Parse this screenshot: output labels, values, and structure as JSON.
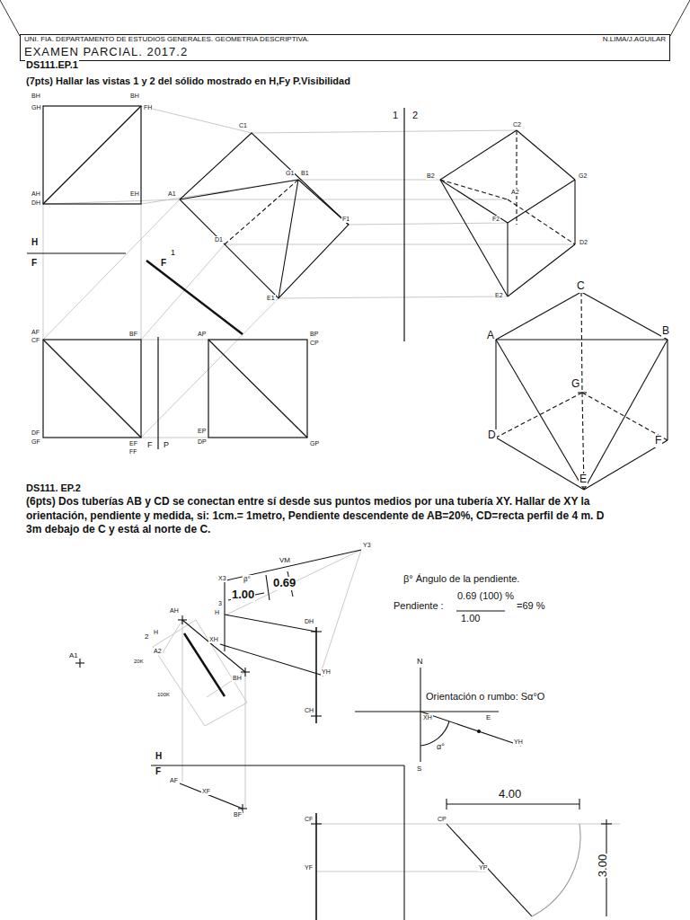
{
  "diagram": {
    "nodes": [
      {
        "text": [
          "UNI. FIA. DEPARTAMENTO DE ESTUDIOS GENERALES. GEOMETRIA DESCRIPTIVA.",
          "N.LIMA/J.AGUILAR",
          "EXAMEN PARCIAL. 2017.2"
        ]
      }
    ],
    "labels": [
      "DS111.EP.1",
      "(7pts) Hallar las vistas 1 y 2 del sólido mostrado en H,Fy P.Visibilidad",
      "BH",
      "GH",
      "BH",
      "FH",
      "AH",
      "DH",
      "EH",
      "H",
      "F",
      "F",
      "1",
      "AF",
      "CF",
      "BF",
      "DF",
      "GF",
      "EF",
      "FF",
      "F",
      "P",
      "AP",
      "BP",
      "CP",
      "EP",
      "DP",
      "GP",
      "C1",
      "A1",
      "G1",
      "B1",
      "F1",
      "D1",
      "E1",
      "1",
      "2",
      "C2",
      "B2",
      "G2",
      "A2",
      "F2",
      "D2",
      "E2",
      "C",
      "A",
      "B",
      "G",
      "D",
      "F",
      "E",
      "DS111. EP.2",
      "(6pts) Dos tuberías AB y CD se conectan entre sí desde sus puntos medios por una tubería XY. Hallar de XY la orientación, pendiente y medida, si: 1cm.= 1metro, Pendiente descendente de AB=20%, CD=recta perfil de 4 m. D 3m debajo de C y está al norte de C.",
      "Y3",
      "VM",
      "X3",
      "β°",
      "1.00",
      "0.69",
      "3",
      "H",
      "AH",
      "XH",
      "DH",
      "2",
      "H",
      "A2",
      "20K",
      "BH",
      "YH",
      "100K",
      "A1",
      "CH",
      "β° Ángulo de la pendiente.",
      "Pendiente :",
      "0.69 (100) %",
      "1.00",
      "=69 %",
      "N",
      "Orientación o rumbo:  Sα°O",
      "XH",
      "E",
      "YH",
      "α°",
      "S",
      "H",
      "F",
      "AF",
      "XF",
      "BF",
      "CF",
      "YF",
      "4.00",
      "CP",
      "YP",
      "3.00"
    ]
  }
}
